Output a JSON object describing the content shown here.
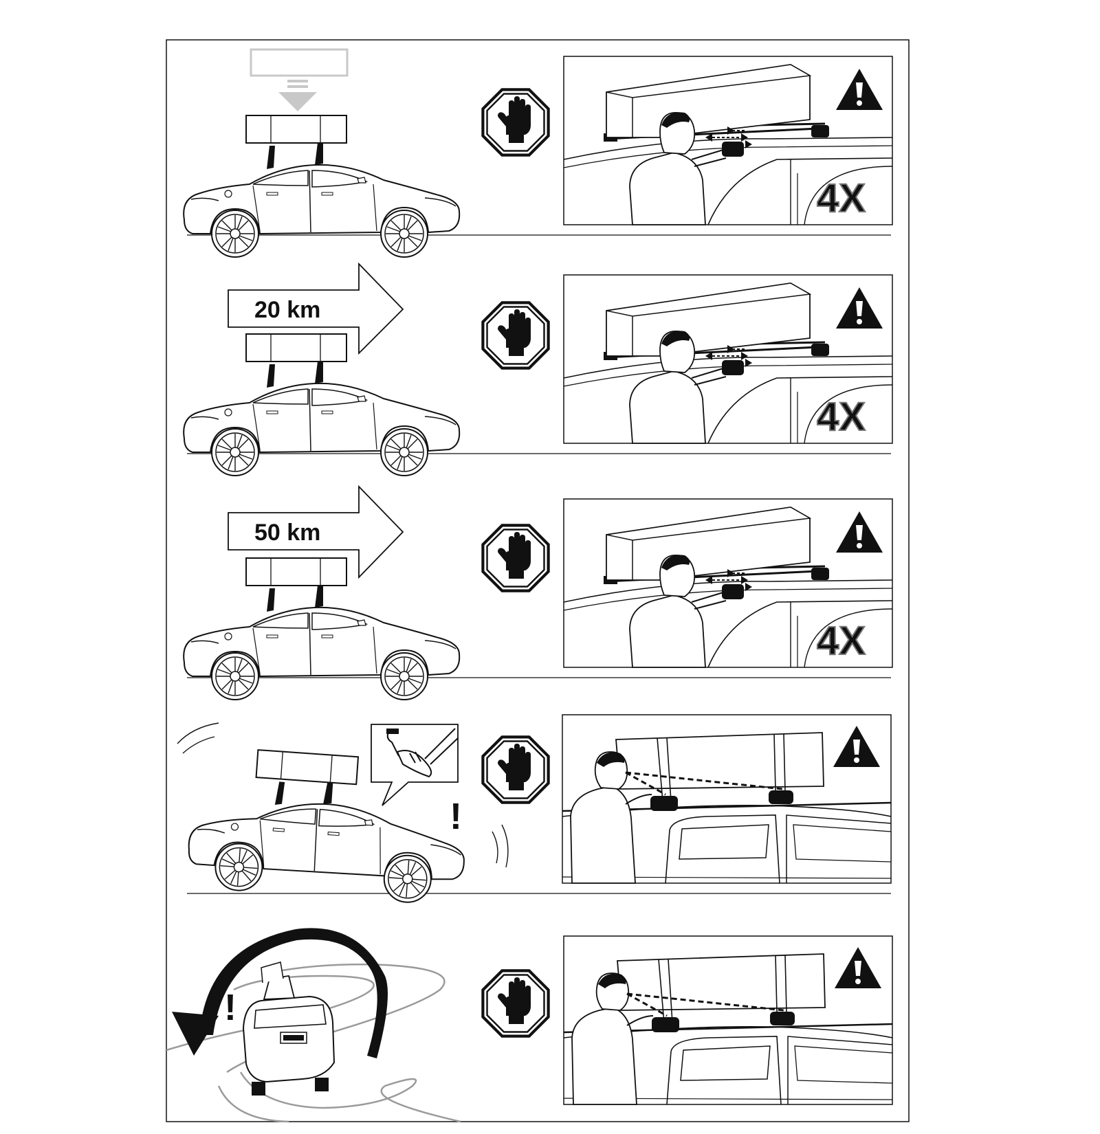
{
  "rows": [
    {
      "id": 1,
      "distance_label": "",
      "multiplier": "4X",
      "scene": "tighten-closeup"
    },
    {
      "id": 2,
      "distance_label": "20 km",
      "multiplier": "4X",
      "scene": "tighten-closeup"
    },
    {
      "id": 3,
      "distance_label": "50 km",
      "multiplier": "4X",
      "scene": "tighten-closeup"
    },
    {
      "id": 4,
      "distance_label": "",
      "multiplier": "",
      "scene": "inspect-side"
    },
    {
      "id": 5,
      "distance_label": "",
      "multiplier": "",
      "scene": "inspect-side"
    }
  ],
  "icons": {
    "stop": "stop-hand-icon",
    "warning": "warning-triangle-icon",
    "exclamation": "!"
  },
  "colors": {
    "ink": "#111111",
    "light_gray": "#c8c8c8",
    "road_gray": "#9a9a9a"
  }
}
